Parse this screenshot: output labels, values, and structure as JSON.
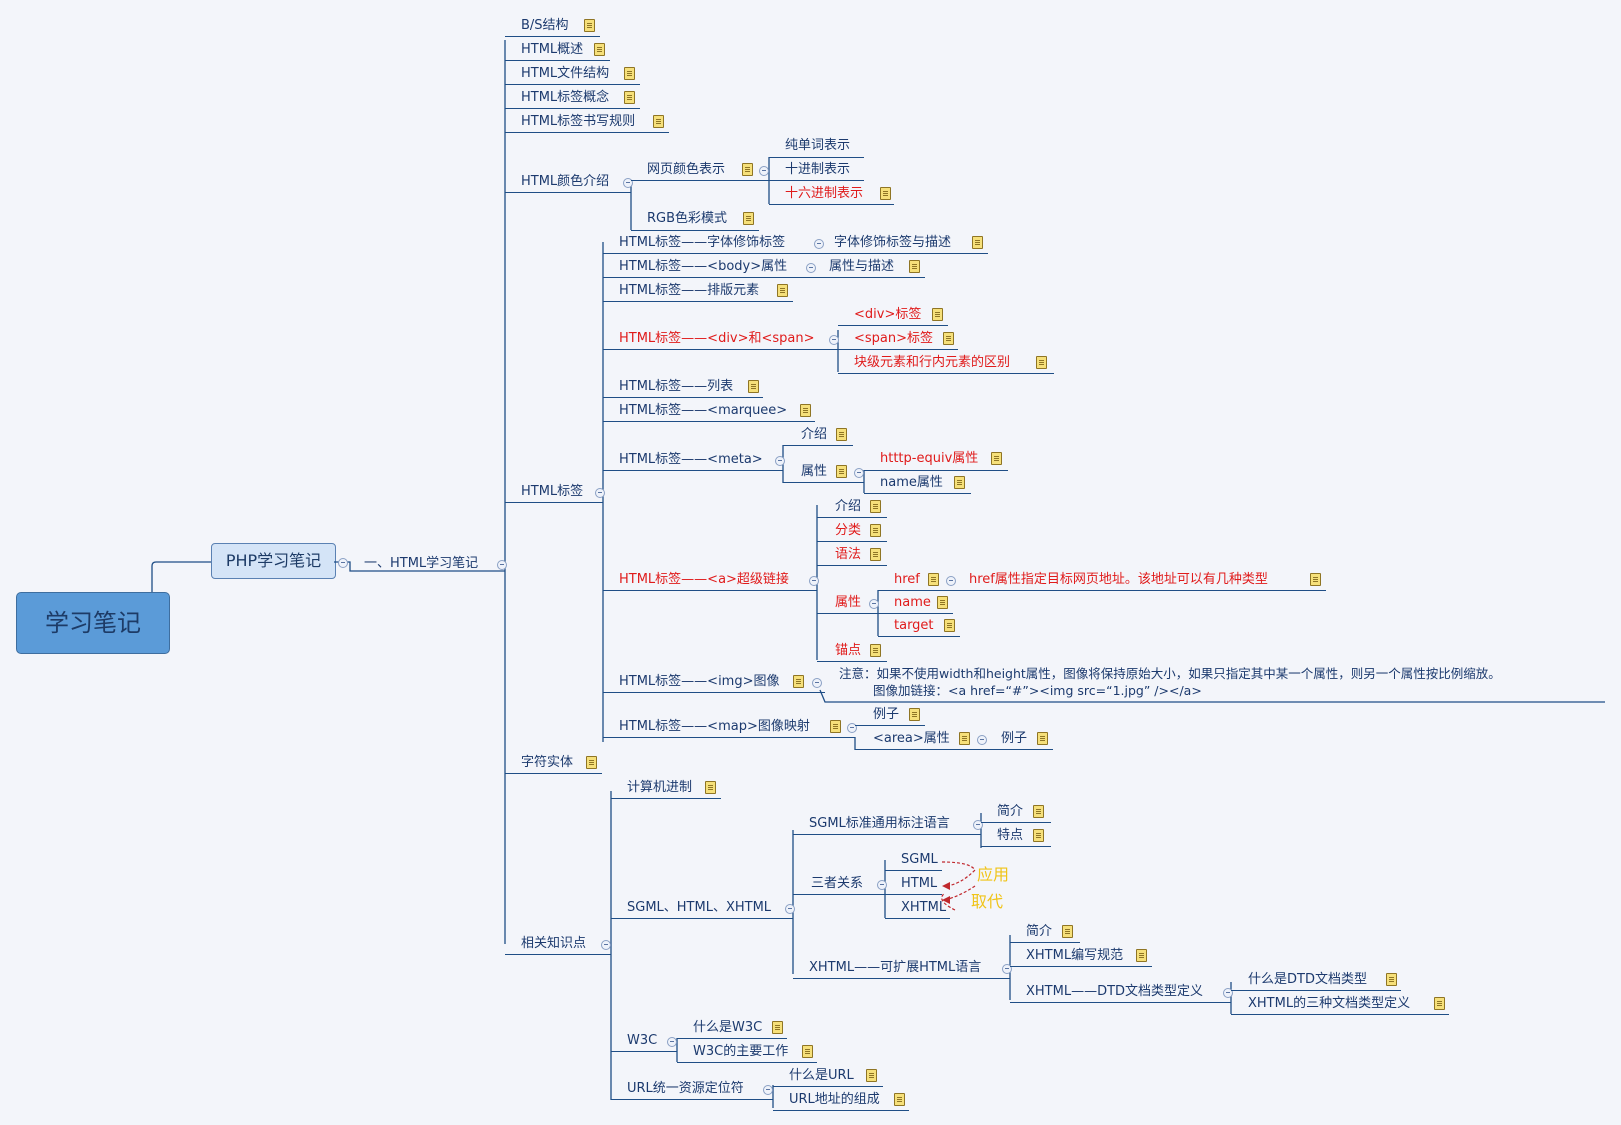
{
  "root": "学习笔记",
  "php": "PHP学习笔记",
  "n": {
    "html_notes": "一、HTML学习笔记",
    "bs": "B/S结构",
    "overview": "HTML概述",
    "filestruct": "HTML文件结构",
    "tagconcept": "HTML标签概念",
    "tagrules": "HTML标签书写规则",
    "color": "HTML颜色介绍",
    "webcolor": "网页颜色表示",
    "word": "纯单词表示",
    "decimal": "十进制表示",
    "hex": "十六进制表示",
    "rgb": "RGB色彩模式",
    "tags": "HTML标签",
    "font": "HTML标签——字体修饰标签",
    "font_desc": "字体修饰标签与描述",
    "body": "HTML标签——<body>属性",
    "body_desc": "属性与描述",
    "layout": "HTML标签——排版元素",
    "divspan": "HTML标签——<div>和<span>",
    "div": "<div>标签",
    "span": "<span>标签",
    "blockinline": "块级元素和行内元素的区别",
    "list": "HTML标签——列表",
    "marquee": "HTML标签——<marquee>",
    "meta": "HTML标签——<meta>",
    "meta_intro": "介绍",
    "meta_attr": "属性",
    "httpequiv": "htttp-equiv属性",
    "nameattr": "name属性",
    "a": "HTML标签——<a>超级链接",
    "a_intro": "介绍",
    "a_cat": "分类",
    "a_syntax": "语法",
    "a_attr": "属性",
    "a_anchor": "锚点",
    "href": "href",
    "href_desc": "href属性指定目标网页地址。该地址可以有几种类型",
    "name": "name",
    "target": "target",
    "img": "HTML标签——<img>图像",
    "img_note1": "注意：如果不使用width和height属性，图像将保持原始大小，如果只指定其中某一个属性，则另一个属性按比例缩放。",
    "img_note2": "图像加链接：<a href=“#”><img src=“1.jpg” /></a>",
    "map": "HTML标签——<map>图像映射",
    "map_example": "例子",
    "area": "<area>属性",
    "area_example": "例子",
    "entities": "字符实体",
    "related": "相关知识点",
    "radix": "计算机进制",
    "sgml_group": "SGML、HTML、XHTML",
    "sgml_std": "SGML标准通用标注语言",
    "sgml_intro": "简介",
    "sgml_feat": "特点",
    "three": "三者关系",
    "sgml": "SGML",
    "html": "HTML",
    "xhtml": "XHTML",
    "apply": "应用",
    "replace": "取代",
    "xhtml_ext": "XHTML——可扩展HTML语言",
    "xhtml_intro": "简介",
    "xhtml_rules": "XHTML编写规范",
    "dtd": "XHTML——DTD文档类型定义",
    "what_dtd": "什么是DTD文档类型",
    "three_dtd": "XHTML的三种文档类型定义",
    "w3c": "W3C",
    "what_w3c": "什么是W3C",
    "w3c_work": "W3C的主要工作",
    "url": "URL统一资源定位符",
    "what_url": "什么是URL",
    "url_parts": "URL地址的组成"
  }
}
